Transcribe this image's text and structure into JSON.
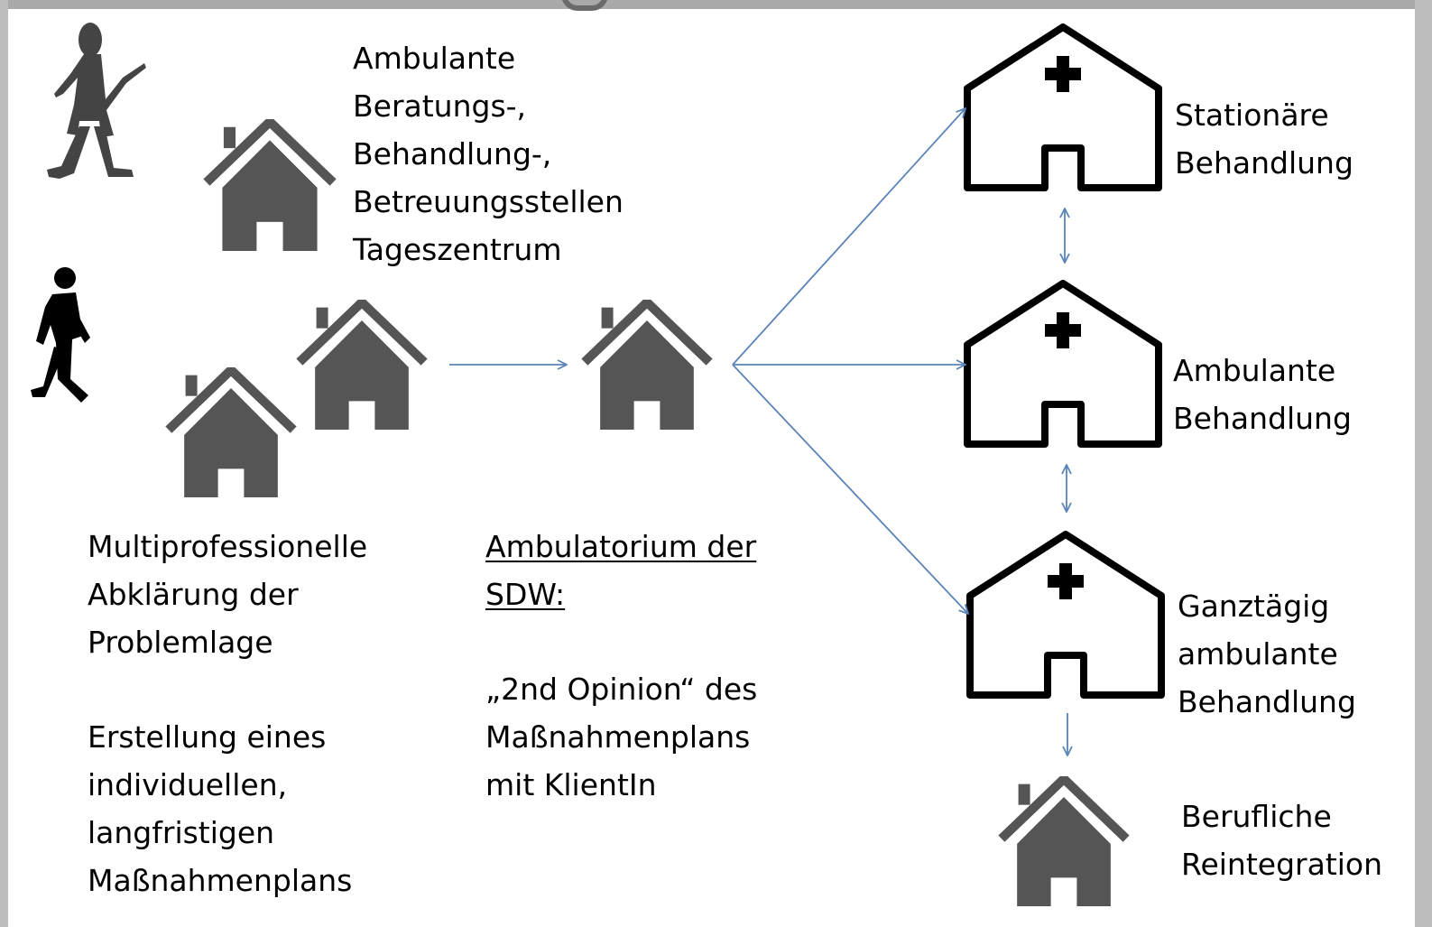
{
  "colors": {
    "house_fill": "#555555",
    "clinic_stroke": "#000000",
    "arrow": "#5b84b8",
    "frame": "#bdbdbd"
  },
  "icons": {
    "woman": "woman-walking-icon",
    "man": "man-walking-icon",
    "house": "house-icon",
    "clinic": "clinic-house-icon"
  },
  "texts": {
    "ambulante_stellen": [
      "Ambulante",
      "Beratungs-,",
      "Behandlung-,",
      "Betreuungsstellen",
      "Tageszentrum"
    ],
    "abklaerung": [
      "Multiprofessionelle",
      "Abklärung der",
      "Problemlage"
    ],
    "erstellung": [
      "Erstellung eines",
      "individuellen,",
      "langfristigen",
      "Maßnahmenplans"
    ],
    "ambulatorium_heading": [
      "Ambulatorium der",
      "SDW:"
    ],
    "second_opinion": [
      "„2nd Opinion“ des",
      "Maßnahmenplans",
      "mit KlientIn"
    ],
    "stationaer": [
      "Stationäre",
      "Behandlung"
    ],
    "ambulant": [
      "Ambulante",
      "Behandlung"
    ],
    "ganztaegig": [
      "Ganztägig",
      "ambulante",
      "Behandlung"
    ],
    "beruflich": [
      "Berufliche",
      "Reintegration"
    ]
  }
}
